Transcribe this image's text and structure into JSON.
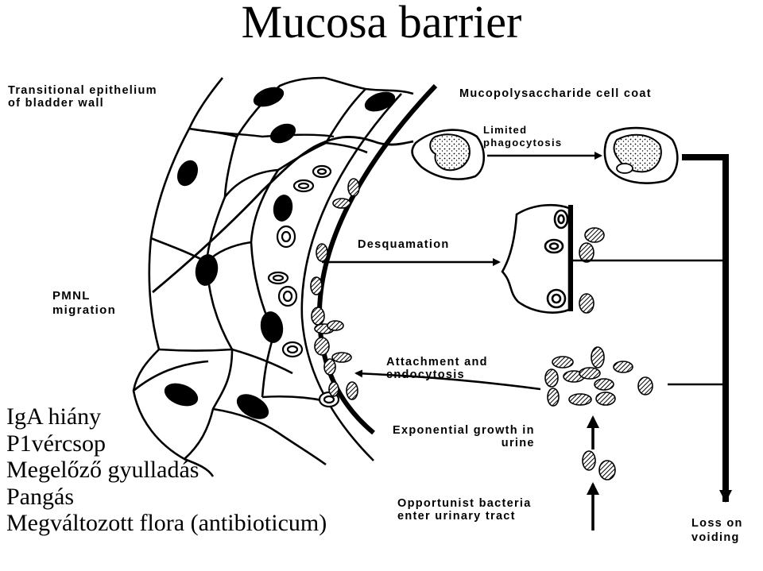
{
  "title": "Mucosa barrier",
  "labels": {
    "epithelium": "Transitional epithelium\nof bladder wall",
    "cell_coat": "Mucopolysaccharide cell coat",
    "phagocytosis": "Limited\nphagocytosis",
    "desquamation": "Desquamation",
    "pmnl": "PMNL\nmigration",
    "attachment": "Attachment and\nendocytosis",
    "growth": "Exponential growth in\nurine",
    "opportunist": "Opportunist bacteria\nenter urinary tract",
    "voiding": "Loss on\nvoiding"
  },
  "causes": [
    "IgA hiány",
    "P1vércsop",
    "Megelőző gyulladás",
    "Pangás",
    "Megváltozott flora (antibioticum)"
  ]
}
